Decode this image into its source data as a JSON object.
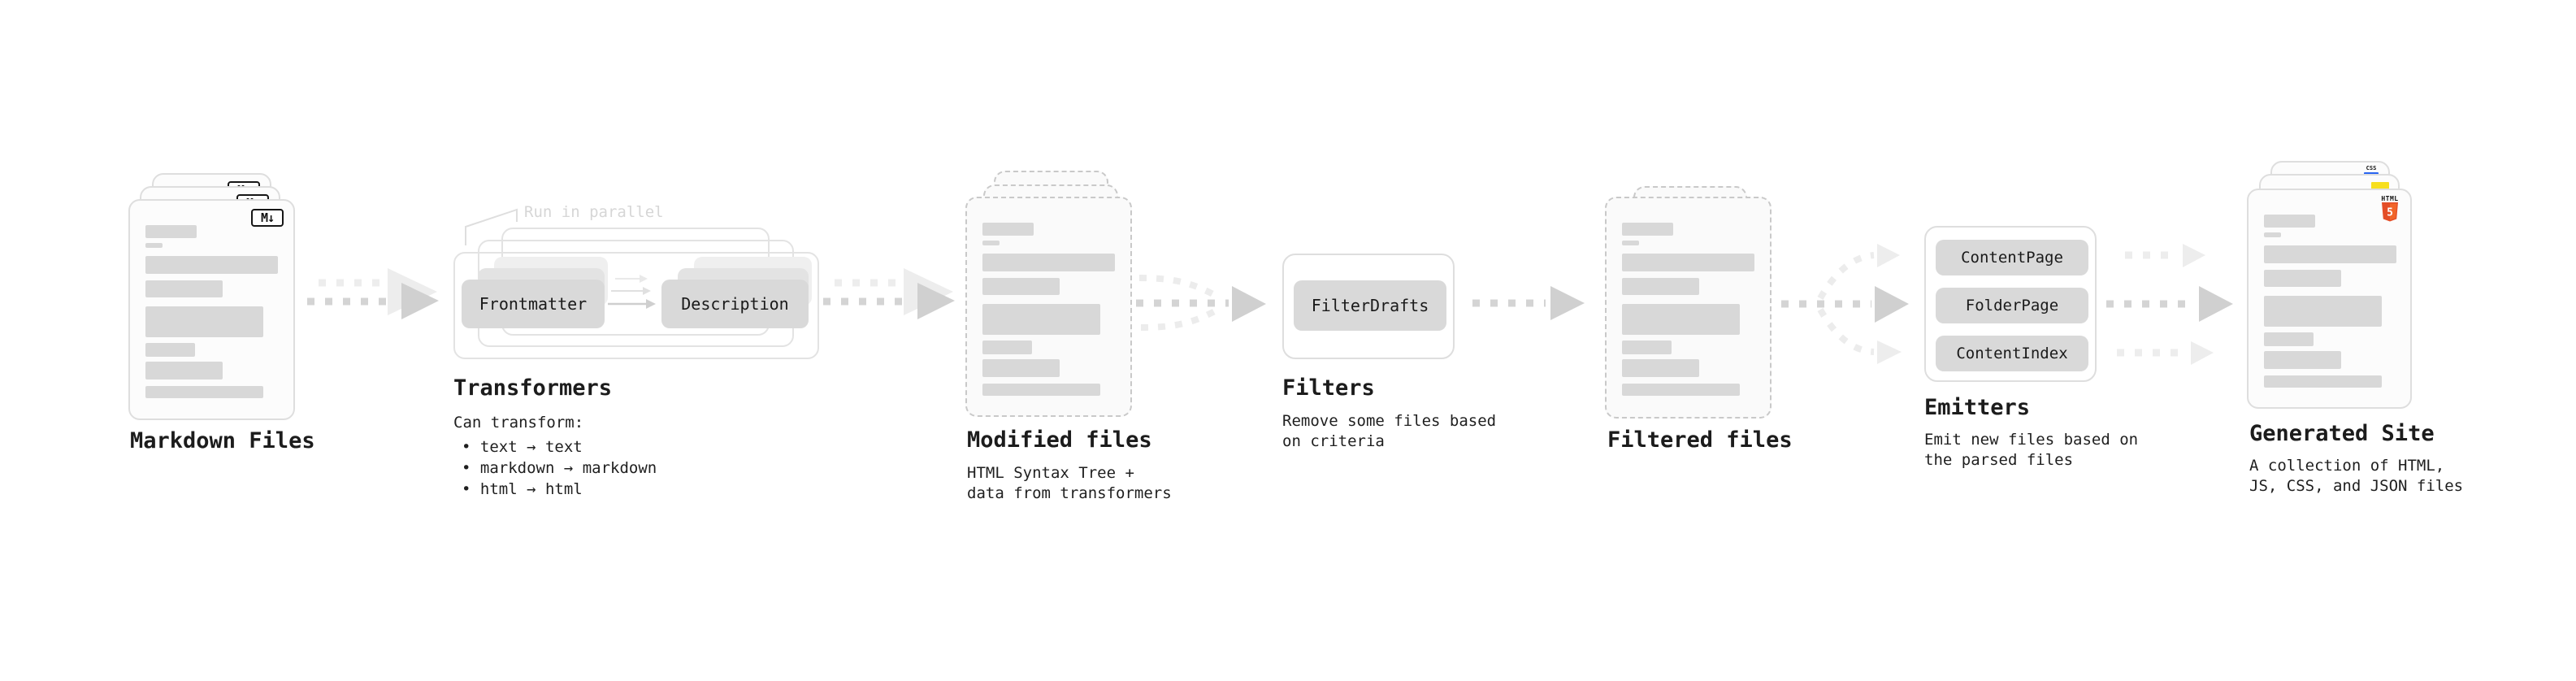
{
  "diagram": {
    "markdown_files": {
      "title": "Markdown Files",
      "badge": "M↓"
    },
    "transformers": {
      "title": "Transformers",
      "annotation": "Run in parallel",
      "pill_a": "Frontmatter",
      "pill_b": "Description",
      "list_heading": "Can transform:",
      "bullets": [
        "• text → text",
        "• markdown → markdown",
        "• html → html"
      ]
    },
    "modified_files": {
      "title": "Modified files",
      "subtitle": "HTML Syntax Tree +\ndata from transformers"
    },
    "filters": {
      "title": "Filters",
      "pill": "FilterDrafts",
      "subtitle": "Remove some files based\non criteria"
    },
    "filtered_files": {
      "title": "Filtered files"
    },
    "emitters": {
      "title": "Emitters",
      "pills": [
        "ContentPage",
        "FolderPage",
        "ContentIndex"
      ],
      "subtitle": "Emit new files based on\nthe parsed files"
    },
    "generated_site": {
      "title": "Generated Site",
      "subtitle": "A collection of HTML,\nJS, CSS, and JSON files",
      "html5_label": "HTML",
      "html5_number": "5",
      "css_label": "CSS"
    }
  },
  "colors": {
    "html5_orange": "#e44d26",
    "html5_orange_light": "#f16529",
    "js_yellow": "#f7df1e",
    "css_blue": "#2965f1",
    "arrow_dark": "#d0d0d0",
    "arrow_light": "#ededed",
    "skeleton_bar": "#d8d8d8",
    "card_border": "#dedede",
    "annotation_gray": "#d6d6d6"
  }
}
